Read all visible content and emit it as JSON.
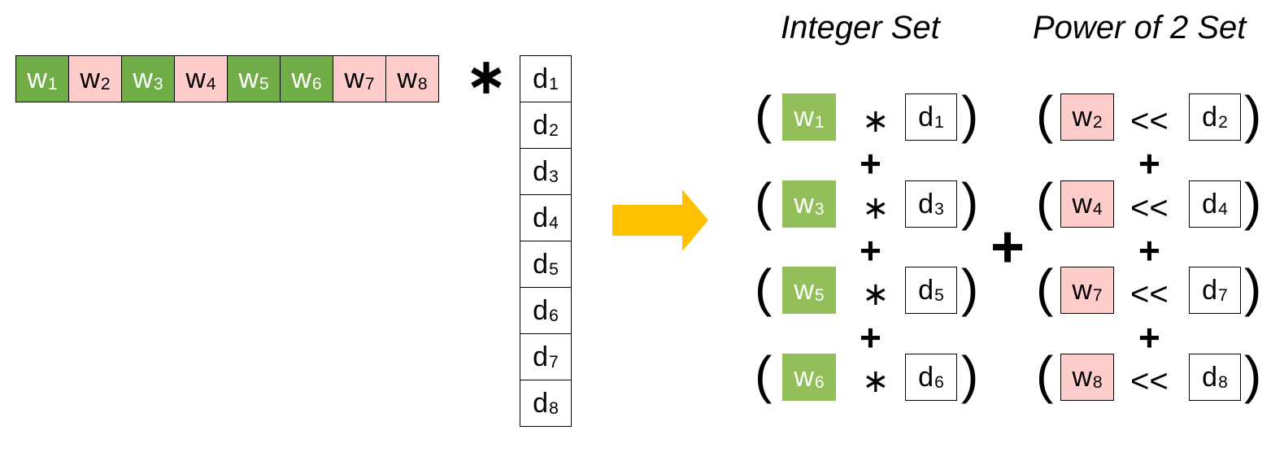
{
  "weights": [
    {
      "base": "w",
      "sub": "1",
      "group": "integer"
    },
    {
      "base": "w",
      "sub": "2",
      "group": "power"
    },
    {
      "base": "w",
      "sub": "3",
      "group": "integer"
    },
    {
      "base": "w",
      "sub": "4",
      "group": "power"
    },
    {
      "base": "w",
      "sub": "5",
      "group": "integer"
    },
    {
      "base": "w",
      "sub": "6",
      "group": "integer"
    },
    {
      "base": "w",
      "sub": "7",
      "group": "power"
    },
    {
      "base": "w",
      "sub": "8",
      "group": "power"
    }
  ],
  "activations": [
    {
      "base": "d",
      "sub": "1"
    },
    {
      "base": "d",
      "sub": "2"
    },
    {
      "base": "d",
      "sub": "3"
    },
    {
      "base": "d",
      "sub": "4"
    },
    {
      "base": "d",
      "sub": "5"
    },
    {
      "base": "d",
      "sub": "6"
    },
    {
      "base": "d",
      "sub": "7"
    },
    {
      "base": "d",
      "sub": "8"
    }
  ],
  "multiply_symbol": "∗",
  "integer_set": {
    "title": "Integer Set",
    "operator": "∗",
    "joiner": "+",
    "terms": [
      {
        "w": "1",
        "d": "1"
      },
      {
        "w": "3",
        "d": "3"
      },
      {
        "w": "5",
        "d": "5"
      },
      {
        "w": "6",
        "d": "6"
      }
    ]
  },
  "power_set": {
    "title": "Power of 2 Set",
    "operator": "<<",
    "joiner": "+",
    "terms": [
      {
        "w": "2",
        "d": "2"
      },
      {
        "w": "4",
        "d": "4"
      },
      {
        "w": "7",
        "d": "7"
      },
      {
        "w": "8",
        "d": "8"
      }
    ]
  },
  "sets_joiner": "+",
  "paren_open": "(",
  "paren_close": ")",
  "colors": {
    "integer_cell": "#70ad47",
    "integer_box": "#92bf5a",
    "power_cell": "#ffcccc",
    "arrow": "#ffc000"
  },
  "icons": {
    "arrow": "right-arrow-icon"
  }
}
